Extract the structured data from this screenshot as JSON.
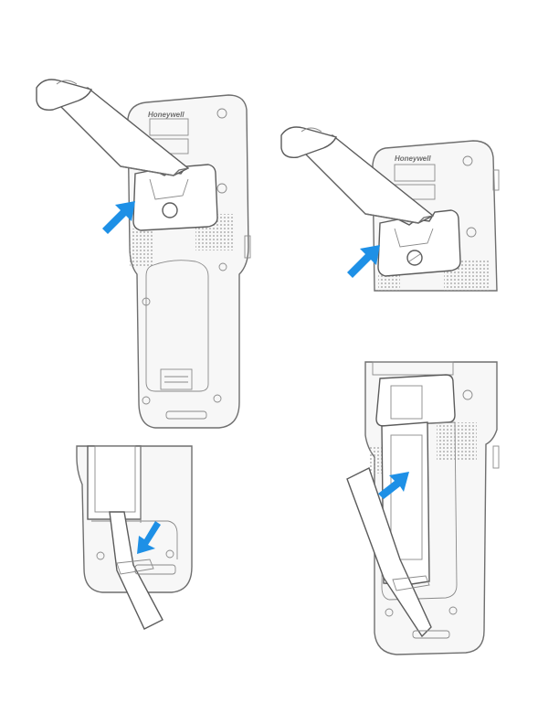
{
  "figure": {
    "brand_label": "Honeywell",
    "arrow_color": "#1e90e6",
    "line_color": "#6f6f6f",
    "panels": [
      {
        "name": "panel-1",
        "icon": "push-arrow-icon"
      },
      {
        "name": "panel-2",
        "icon": "push-arrow-icon"
      },
      {
        "name": "panel-3",
        "icon": "push-arrow-icon"
      },
      {
        "name": "panel-4",
        "icon": "push-arrow-icon"
      }
    ]
  }
}
